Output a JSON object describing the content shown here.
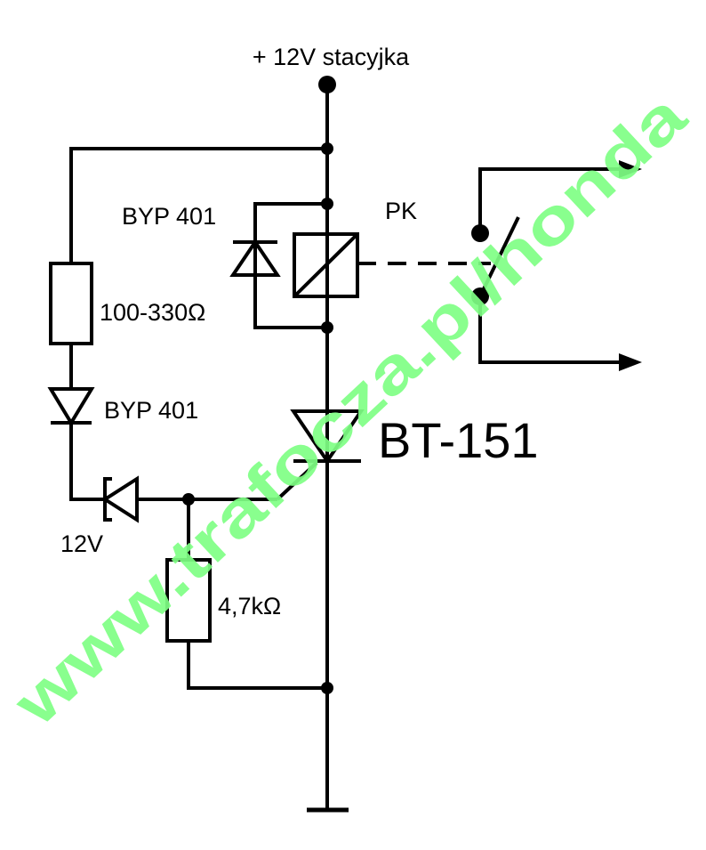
{
  "colors": {
    "ink": "#000000",
    "watermark": "#7fff85",
    "background": "#ffffff"
  },
  "labels": {
    "supply": "+ 12V stacyjka",
    "relay_diode": "BYP 401",
    "relay": "PK",
    "resistor_upper": "100-330Ω",
    "series_diode": "BYP 401",
    "thyristor": "BT-151",
    "zener": "12V",
    "resistor_lower": "4,7kΩ"
  },
  "watermark": {
    "text": "www.trafocza.pl/honda"
  }
}
